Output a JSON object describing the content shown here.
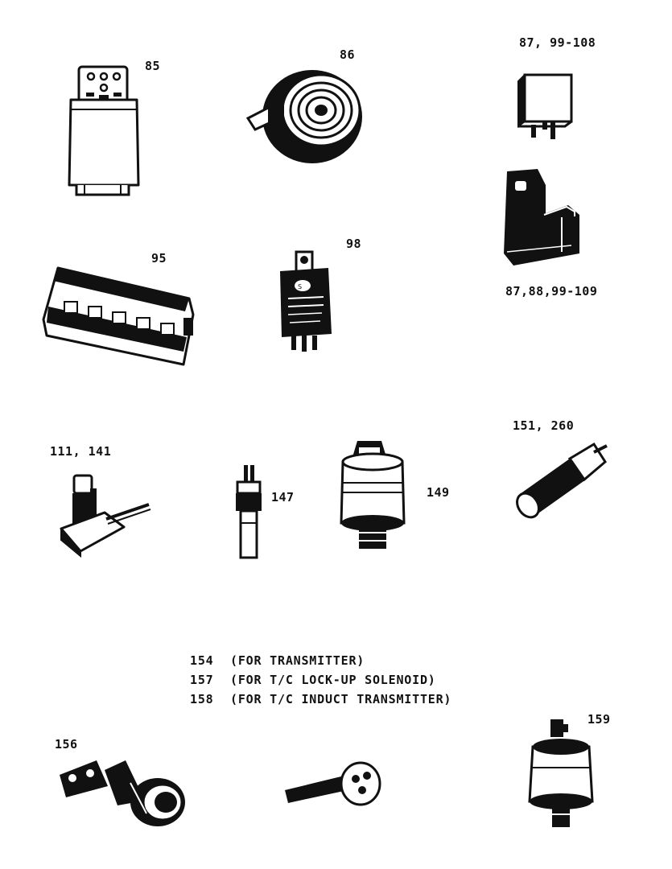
{
  "labels": {
    "p85": "85",
    "p86": "86",
    "p87_top": "87, 99-108",
    "p87_bottom": "87,88,99-109",
    "p95": "95",
    "p98": "98",
    "p111": "111, 141",
    "p147": "147",
    "p149": "149",
    "p151": "151, 260",
    "p156": "156",
    "p159": "159"
  },
  "notes": [
    {
      "num": "154",
      "text": "(FOR TRANSMITTER)"
    },
    {
      "num": "157",
      "text": "(FOR T/C LOCK-UP SOLENOID)"
    },
    {
      "num": "158",
      "text": "(FOR T/C INDUCT TRANSMITTER)"
    }
  ],
  "colors": {
    "ink": "#111111",
    "paper": "#ffffff"
  }
}
